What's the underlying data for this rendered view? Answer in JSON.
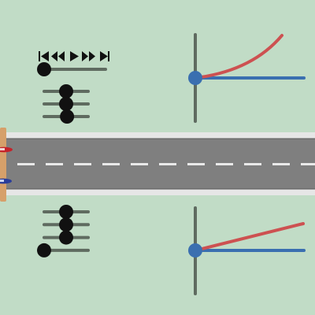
{
  "theme": {
    "background": "#c1dcc6",
    "control_color": "#5f6b60",
    "handle_color": "#111111",
    "road_asphalt": "#7f7f7f",
    "road_edge": "#e6e6e6",
    "lane_marking": "#e9e9e9",
    "left_boundary_marker": "#d6a06a",
    "car_red": "#c5232b",
    "car_blue": "#2a3d9a",
    "curve_red": "#cd5151",
    "curve_blue": "#3a6fb0",
    "axis_gray": "#5f6b60"
  },
  "playback_controls": {
    "icons": [
      "skip-to-start-icon",
      "rewind-icon",
      "play-icon",
      "fast-forward-icon",
      "skip-to-end-icon"
    ],
    "timeline_slider": {
      "value": 0.0
    }
  },
  "upper_lane_controls": {
    "sliders": [
      {
        "name": "upper-param-slider-1",
        "value": 0.5
      },
      {
        "name": "upper-param-slider-2",
        "value": 0.5
      },
      {
        "name": "upper-param-slider-3",
        "value": 0.52
      }
    ]
  },
  "lower_lane_controls": {
    "sliders": [
      {
        "name": "lower-param-slider-1",
        "value": 0.5
      },
      {
        "name": "lower-param-slider-2",
        "value": 0.5
      },
      {
        "name": "lower-param-slider-3",
        "value": 0.5
      },
      {
        "name": "lower-param-slider-4",
        "value": 0.0
      }
    ]
  },
  "upper_response_plot": {
    "curve_shape": "convex-increasing",
    "baseline": "flat",
    "origin_handle": "draggable"
  },
  "lower_response_plot": {
    "curve_shape": "linear-increasing",
    "baseline": "flat",
    "origin_handle": "draggable"
  },
  "road": {
    "lanes": 2,
    "vehicles": [
      {
        "name": "red-car",
        "lane": "top",
        "color": "#c5232b"
      },
      {
        "name": "blue-car",
        "lane": "bottom",
        "color": "#2a3d9a"
      }
    ]
  }
}
